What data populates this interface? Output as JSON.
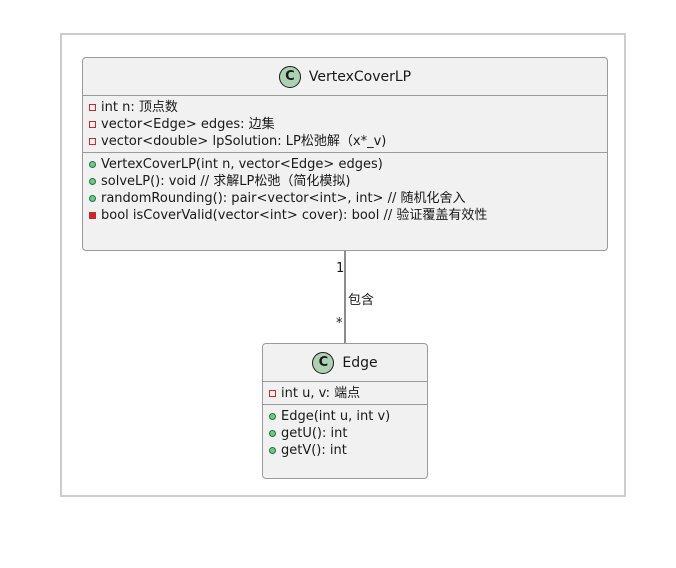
{
  "classes": {
    "vertex_cover_lp": {
      "badge": "C",
      "name": "VertexCoverLP",
      "fields": [
        {
          "visibility": "private",
          "text": "int n: 顶点数"
        },
        {
          "visibility": "private",
          "text": "vector<Edge> edges: 边集"
        },
        {
          "visibility": "private",
          "text": "vector<double> lpSolution: LP松弛解（x*_v)"
        }
      ],
      "methods": [
        {
          "visibility": "public",
          "text": "VertexCoverLP(int n, vector<Edge> edges)"
        },
        {
          "visibility": "public",
          "text": "solveLP(): void  // 求解LP松弛（简化模拟)"
        },
        {
          "visibility": "public",
          "text": "randomRounding(): pair<vector<int>, int>  // 随机化舍入"
        },
        {
          "visibility": "private",
          "text": "bool isCoverValid(vector<int> cover): bool  // 验证覆盖有效性"
        }
      ]
    },
    "edge": {
      "badge": "C",
      "name": "Edge",
      "fields": [
        {
          "visibility": "private",
          "text": "int u, v: 端点"
        }
      ],
      "methods": [
        {
          "visibility": "public",
          "text": "Edge(int u, int v)"
        },
        {
          "visibility": "public",
          "text": "getU(): int"
        },
        {
          "visibility": "public",
          "text": "getV(): int"
        }
      ]
    }
  },
  "association": {
    "label": "包含",
    "source_multiplicity": "1",
    "target_multiplicity": "*"
  },
  "colors": {
    "class_fill": "#f1f1f1",
    "class_border": "#9a9a9a",
    "badge_fill": "#add1b2",
    "private_marker": "#c82930",
    "public_marker": "#84be84"
  }
}
